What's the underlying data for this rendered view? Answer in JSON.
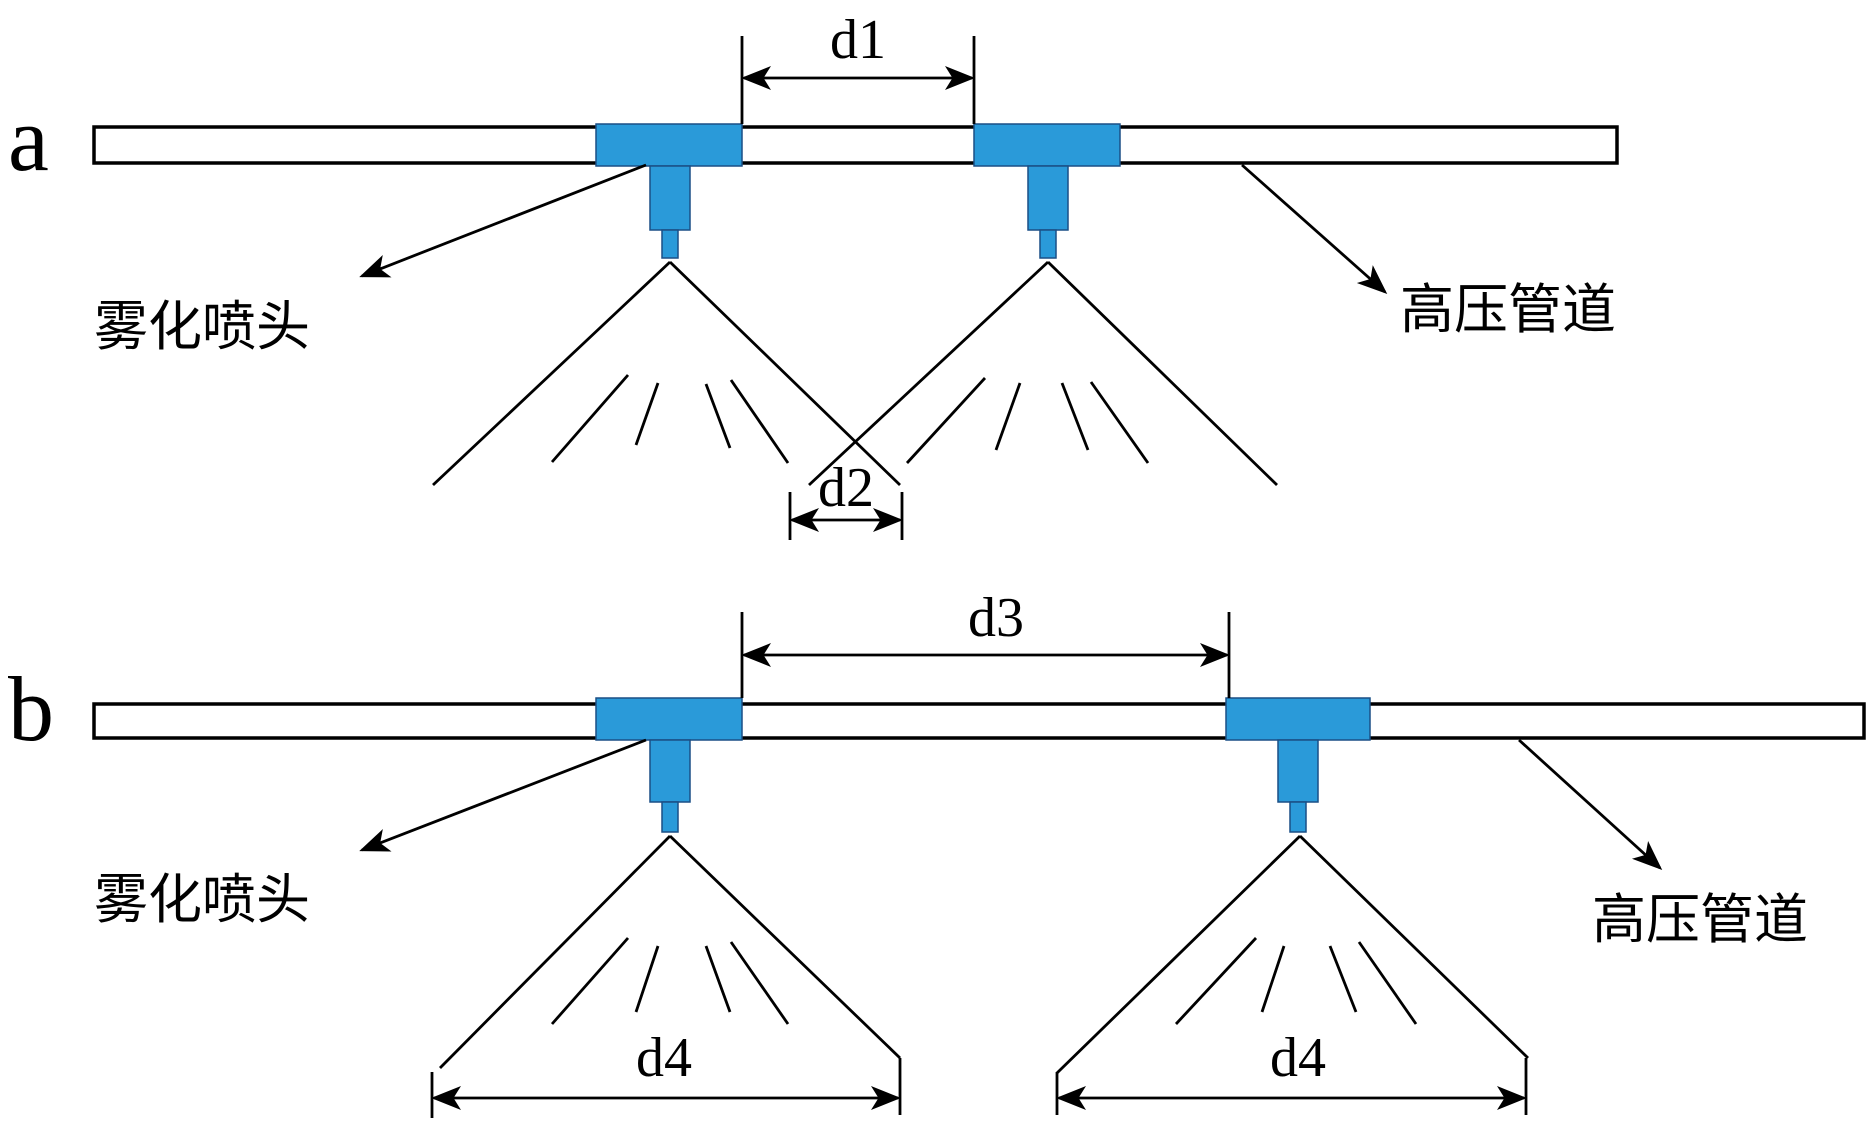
{
  "colors": {
    "nozzle": "#2a9ad9",
    "nozzle_outline": "#1a4f86",
    "line": "#000000",
    "pipe_fill": "#ffffff"
  },
  "panels": [
    {
      "label": "a",
      "nozzle_label": "雾化喷头",
      "pipe_label": "高压管道",
      "dimensions": [
        "d1",
        "d2"
      ]
    },
    {
      "label": "b",
      "nozzle_label": "雾化喷头",
      "pipe_label": "高压管道",
      "dimensions": [
        "d3",
        "d4",
        "d4"
      ]
    }
  ]
}
